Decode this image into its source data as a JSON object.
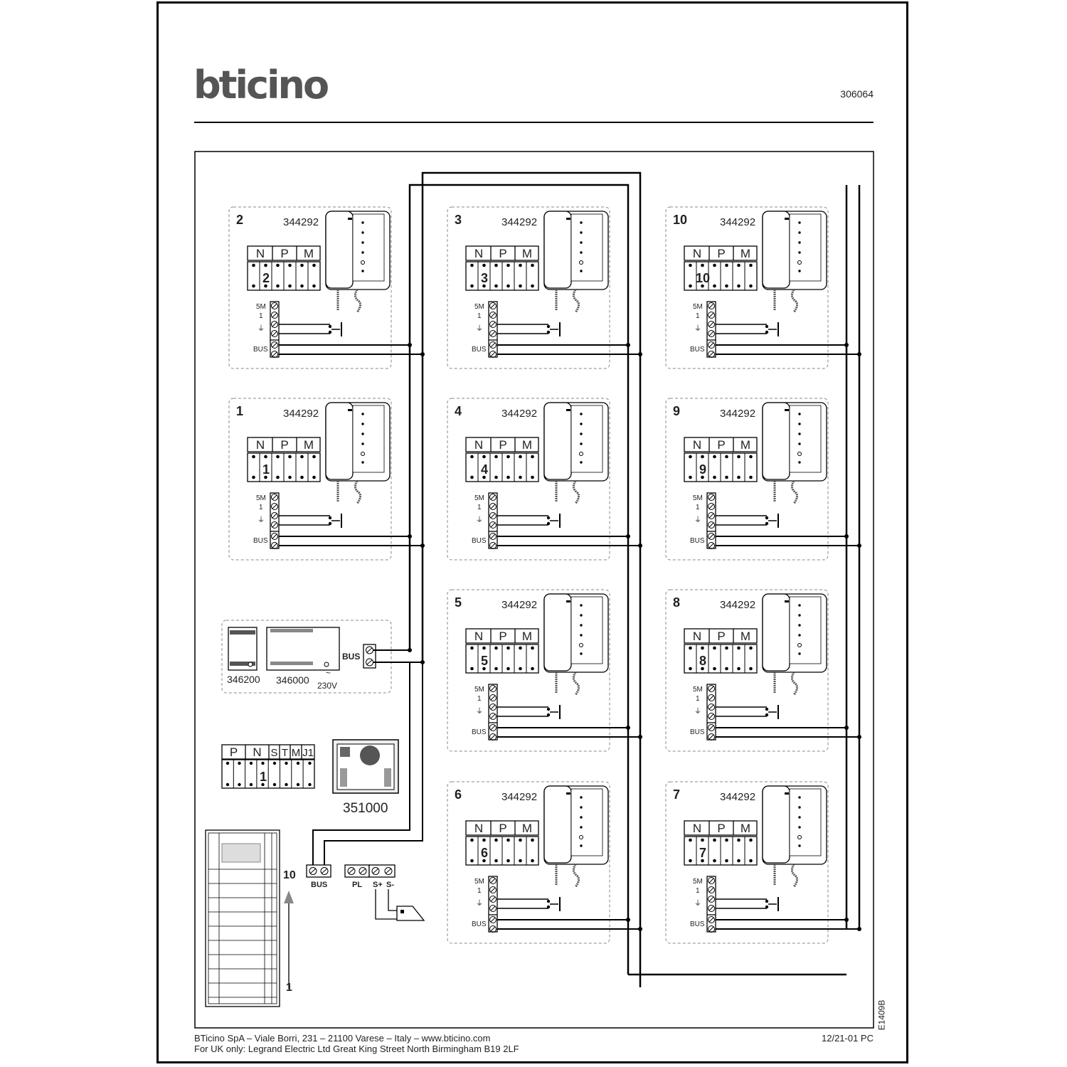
{
  "header": {
    "brand": "bticino",
    "doc_code": "306064"
  },
  "diagram": {
    "units": [
      {
        "num": "2",
        "code": "344292",
        "slot": "2"
      },
      {
        "num": "1",
        "code": "344292",
        "slot": "1"
      },
      {
        "num": "3",
        "code": "344292",
        "slot": "3"
      },
      {
        "num": "4",
        "code": "344292",
        "slot": "4"
      },
      {
        "num": "5",
        "code": "344292",
        "slot": "5"
      },
      {
        "num": "6",
        "code": "344292",
        "slot": "6"
      },
      {
        "num": "10",
        "code": "344292",
        "slot": "10"
      },
      {
        "num": "9",
        "code": "344292",
        "slot": "9"
      },
      {
        "num": "8",
        "code": "344292",
        "slot": "8"
      },
      {
        "num": "7",
        "code": "344292",
        "slot": "7"
      }
    ],
    "terminal_labels": [
      "N",
      "P",
      "M"
    ],
    "side_labels": {
      "five_m": "5M",
      "one": "1",
      "bus": "BUS"
    },
    "power_supply": {
      "code_a": "346200",
      "code_b": "346000",
      "voltage": "230V",
      "bus": "BUS"
    },
    "entrance_panel": {
      "terminals": [
        "P",
        "N",
        "S",
        "T",
        "M",
        "J1"
      ],
      "slot": "1",
      "module_code": "351000"
    },
    "bottom_terminals": {
      "bus": "BUS",
      "pl": "PL",
      "s_plus": "S+",
      "s_minus": "S-"
    },
    "push_panel": {
      "top": "10",
      "bottom": "1"
    }
  },
  "footer": {
    "line1": "BTicino SpA – Viale Borri, 231 – 21100 Varese – Italy – www.bticino.com",
    "line2": "For UK only: Legrand Electric Ltd Great King Street North Birmingham B19 2LF",
    "date": "12/21-01 PC",
    "ref": "E1409B"
  }
}
